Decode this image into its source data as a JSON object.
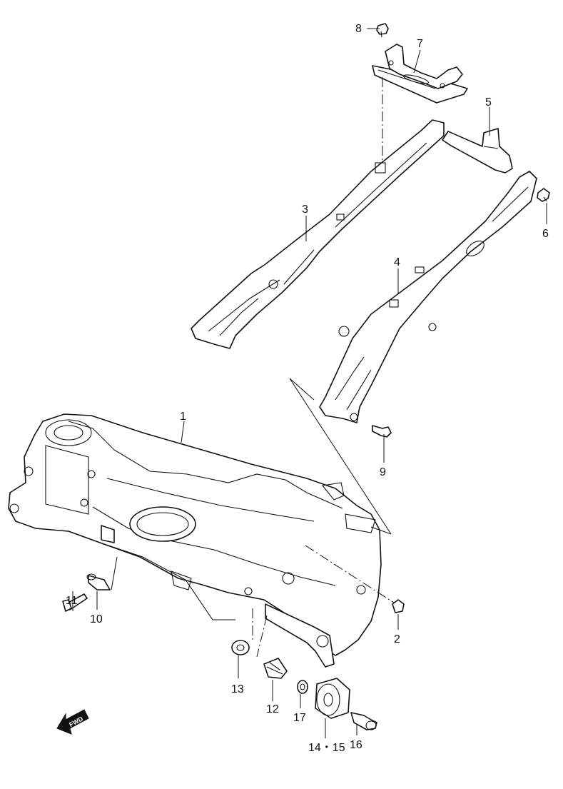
{
  "labels": {
    "p1": "1",
    "p2": "2",
    "p3": "3",
    "p4": "4",
    "p5": "5",
    "p6": "6",
    "p7": "7",
    "p8": "8",
    "p9": "9",
    "p10": "10",
    "p11": "11",
    "p12": "12",
    "p13": "13",
    "p14_15": "14・15",
    "p16": "16",
    "p17": "17"
  },
  "fwd": "FWD"
}
